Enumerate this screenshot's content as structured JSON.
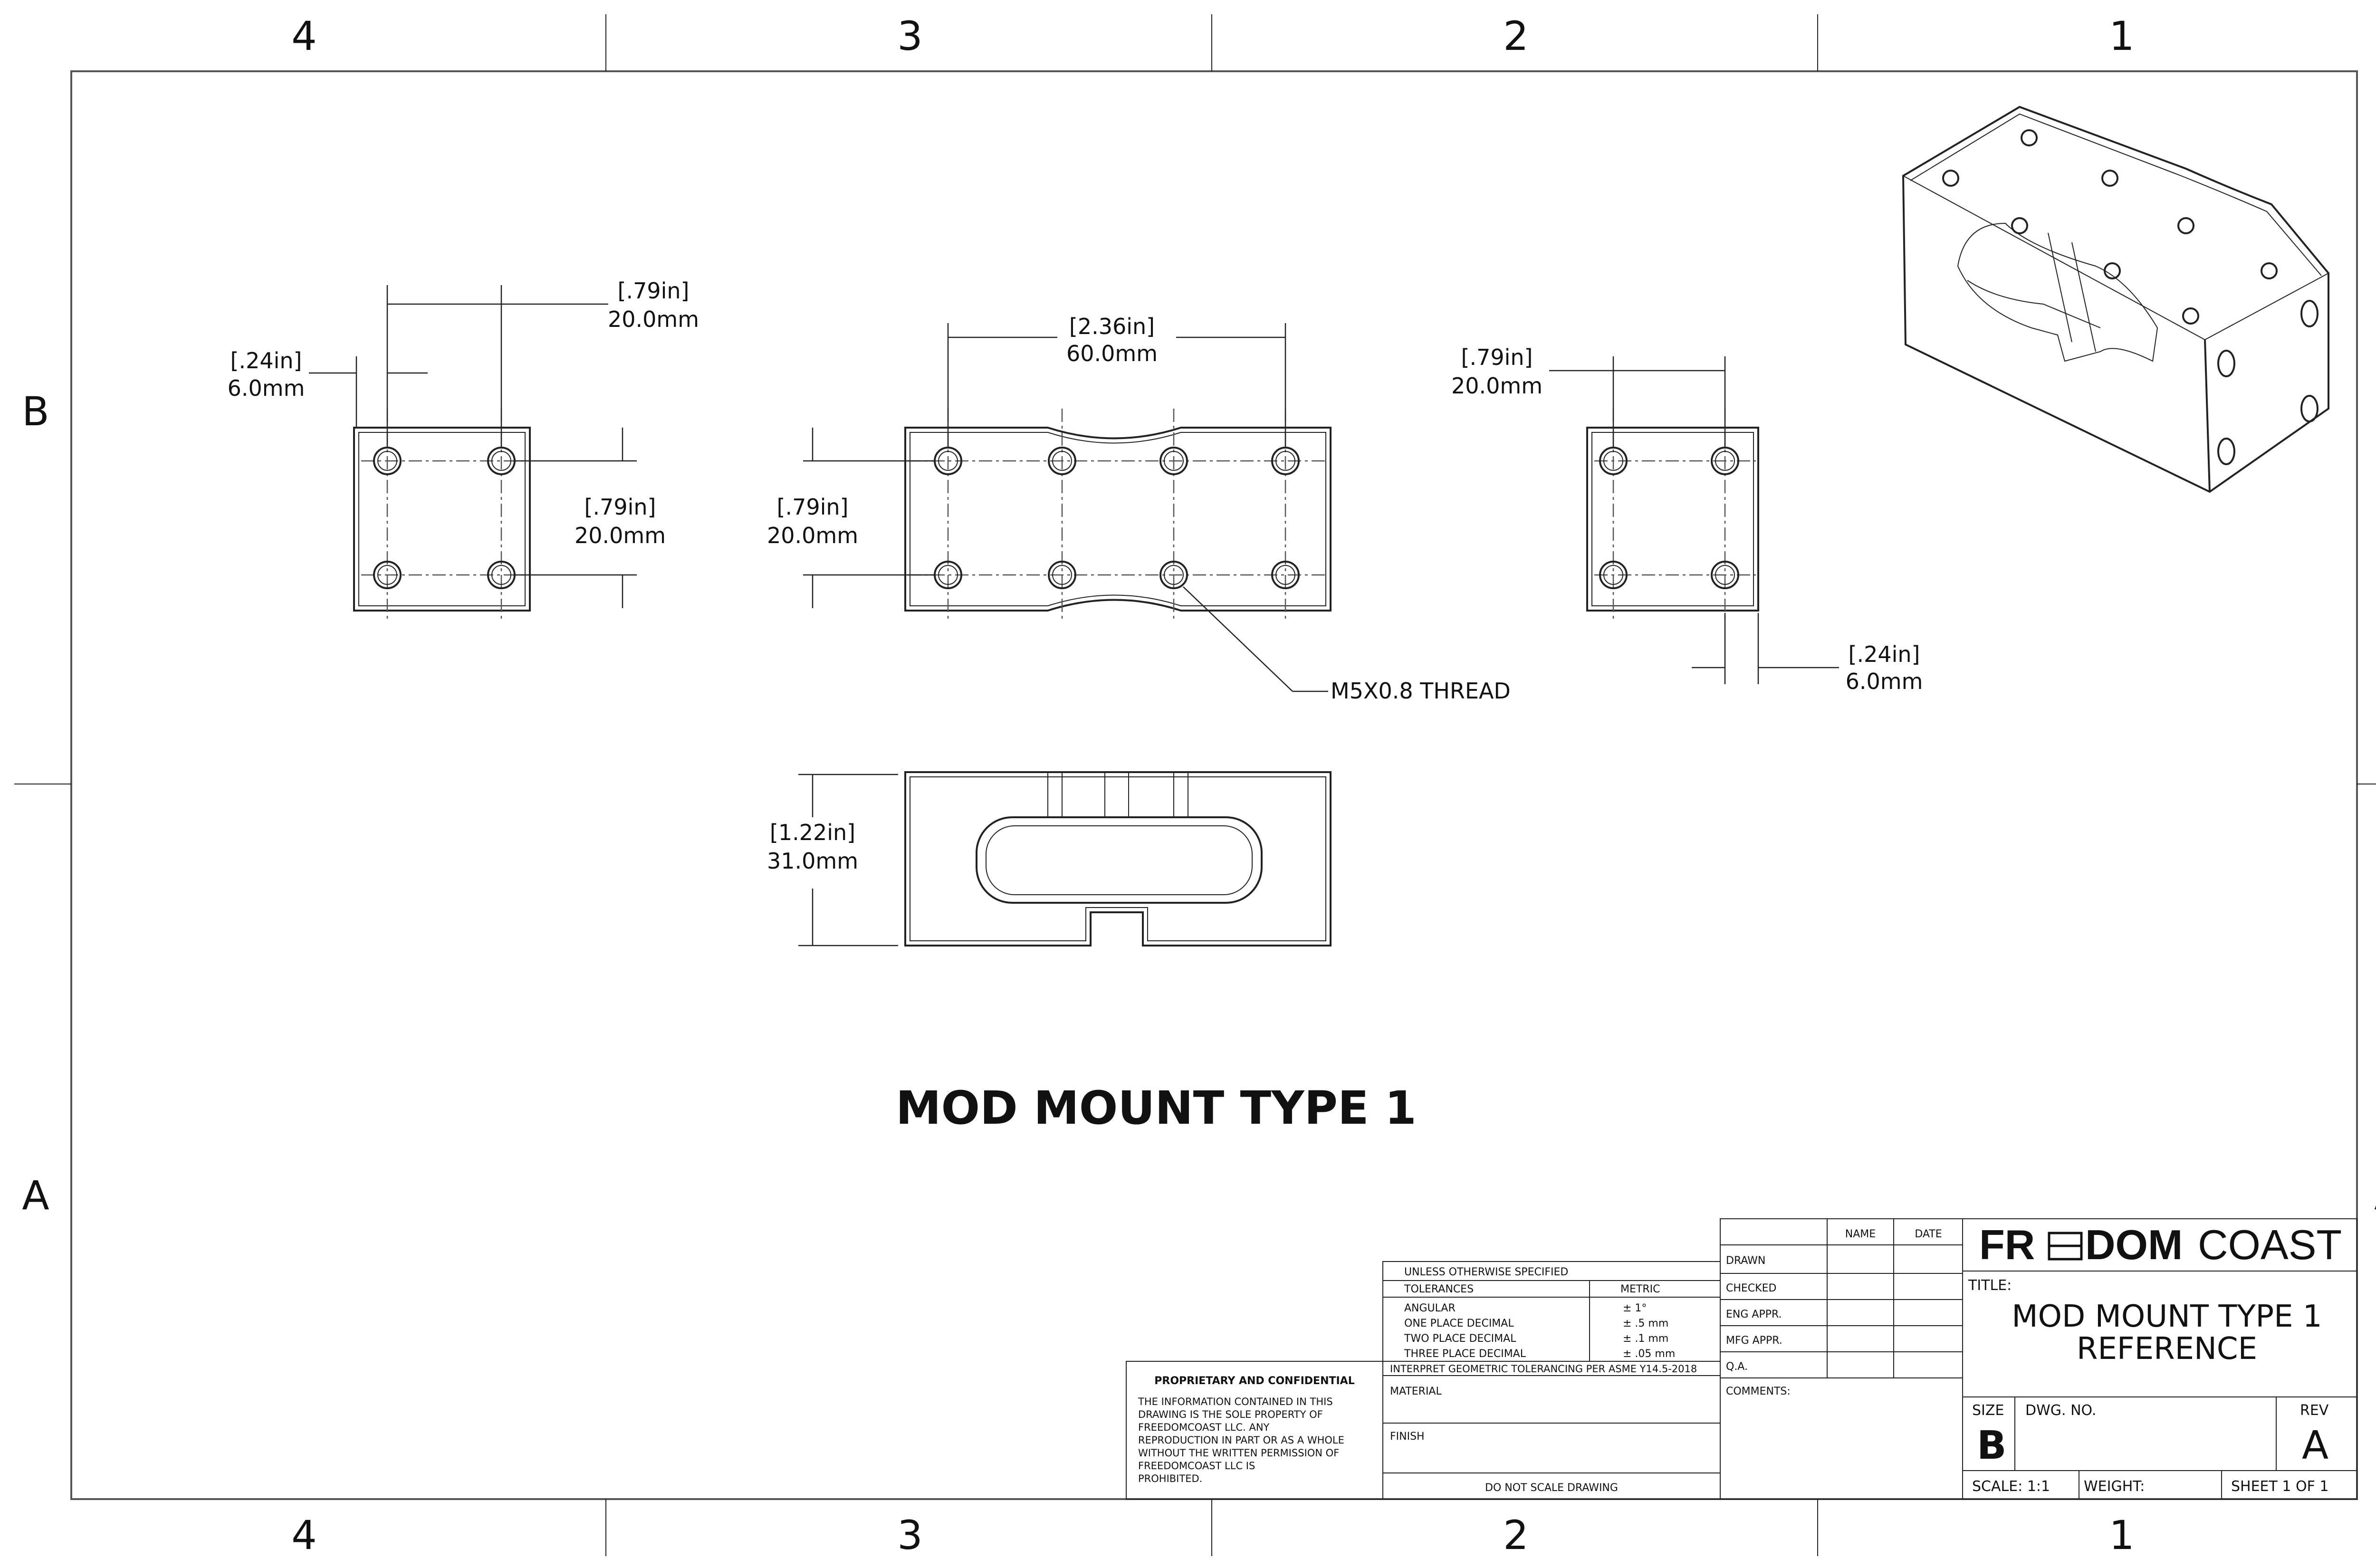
{
  "zones": {
    "columns": [
      "4",
      "3",
      "2",
      "1"
    ],
    "rows": [
      "B",
      "A"
    ]
  },
  "dimensions": {
    "left_view_spacing": {
      "in": ".79in",
      "mm": "20.0mm"
    },
    "left_view_offset": {
      "in": ".24in",
      "mm": "6.0mm"
    },
    "left_view_vertical": {
      "in": ".79in",
      "mm": "20.0mm"
    },
    "top_view_span": {
      "in": "2.36in",
      "mm": "60.0mm"
    },
    "top_view_vertical": {
      "in": ".79in",
      "mm": "20.0mm"
    },
    "right_view_spacing": {
      "in": ".79in",
      "mm": "20.0mm"
    },
    "right_view_offset": {
      "in": ".24in",
      "mm": "6.0mm"
    },
    "front_view_height": {
      "in": "1.22in",
      "mm": "31.0mm"
    },
    "thread_callout": "M5X0.8 THREAD"
  },
  "drawing_title": "MOD MOUNT TYPE 1",
  "title_block": {
    "proprietary": {
      "heading": "PROPRIETARY AND CONFIDENTIAL",
      "lines": [
        "THE INFORMATION CONTAINED IN THIS",
        "DRAWING IS THE SOLE PROPERTY OF",
        "FREEDOMCOAST LLC. ANY",
        "REPRODUCTION IN PART OR AS A WHOLE",
        "WITHOUT THE WRITTEN PERMISSION OF",
        "FREEDOMCOAST LLC IS",
        "PROHIBITED."
      ]
    },
    "tolerances": {
      "unless": "UNLESS OTHERWISE SPECIFIED",
      "tol_label": "TOLERANCES",
      "metric_label": "METRIC",
      "rows": [
        {
          "label": "ANGULAR",
          "value": "± 1°"
        },
        {
          "label": "ONE PLACE DECIMAL",
          "value": "± .5 mm"
        },
        {
          "label": "TWO PLACE DECIMAL",
          "value": "± .1 mm"
        },
        {
          "label": "THREE PLACE DECIMAL",
          "value": "± .05 mm"
        }
      ],
      "interpret": "INTERPRET GEOMETRIC TOLERANCING PER ASME Y14.5-2018",
      "material": "MATERIAL",
      "finish": "FINISH",
      "do_not_scale": "DO NOT SCALE DRAWING"
    },
    "approvals": {
      "name_col": "NAME",
      "date_col": "DATE",
      "rows": [
        "DRAWN",
        "CHECKED",
        "ENG APPR.",
        "MFG APPR.",
        "Q.A."
      ],
      "comments": "COMMENTS:"
    },
    "brand": {
      "bold": "FR",
      "bold2": "DOM",
      "light": "COAST"
    },
    "title_label": "TITLE:",
    "title_line1": "MOD MOUNT TYPE 1",
    "title_line2": "REFERENCE",
    "size_label": "SIZE",
    "size_value": "B",
    "dwg_no_label": "DWG. NO.",
    "rev_label": "REV",
    "rev_value": "A",
    "scale": "SCALE: 1:1",
    "weight": "WEIGHT:",
    "sheet": "SHEET 1 OF 1"
  }
}
